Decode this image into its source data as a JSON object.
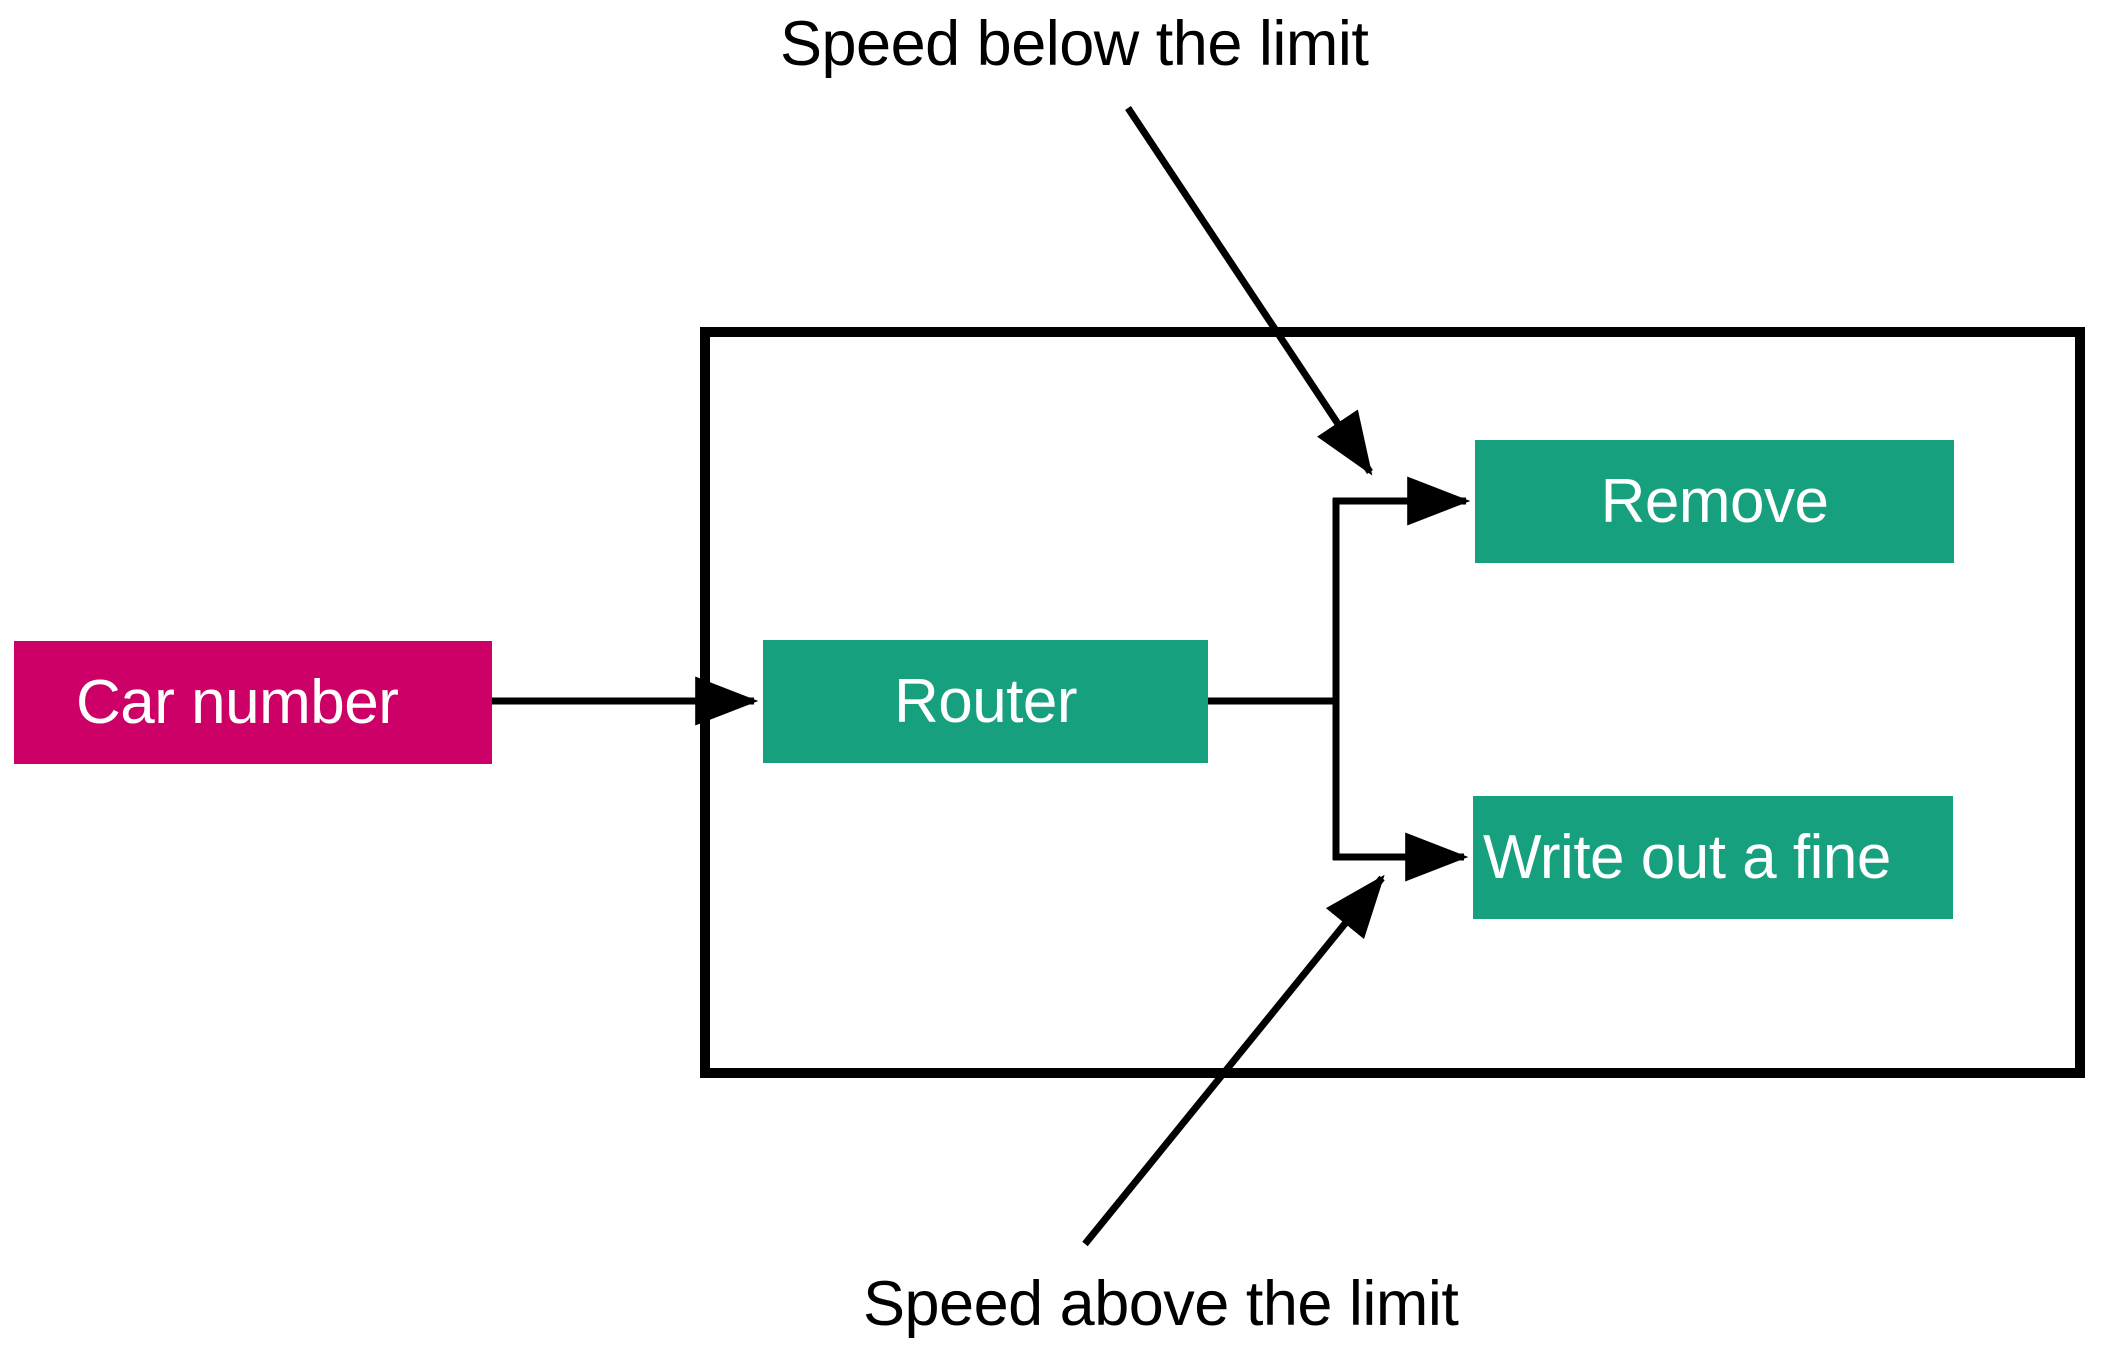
{
  "diagram": {
    "type": "flowchart",
    "title": "",
    "background_color": "#ffffff",
    "colors": {
      "source_node": "#CC0066",
      "process_node": "#17A07E",
      "node_text": "#ffffff",
      "edge": "#000000",
      "container_border": "#000000",
      "annotation_text": "#000000"
    },
    "nodes": [
      {
        "id": "car-number",
        "label": "Car number",
        "kind": "source",
        "color": "#CC0066",
        "inside_container": false
      },
      {
        "id": "router",
        "label": "Router",
        "kind": "process",
        "color": "#17A07E",
        "inside_container": true
      },
      {
        "id": "remove",
        "label": "Remove",
        "kind": "process",
        "color": "#17A07E",
        "inside_container": true
      },
      {
        "id": "write-out-a-fine",
        "label": "Write out a fine",
        "kind": "process",
        "color": "#17A07E",
        "inside_container": true
      }
    ],
    "edges": [
      {
        "from": "car-number",
        "to": "router",
        "label": ""
      },
      {
        "from": "router",
        "to": "remove",
        "label": ""
      },
      {
        "from": "router",
        "to": "write-out-a-fine",
        "label": ""
      }
    ],
    "annotations": [
      {
        "id": "speed-below",
        "text": "Speed below the limit",
        "points_to": "remove"
      },
      {
        "id": "speed-above",
        "text": "Speed above the limit",
        "points_to": "write-out-a-fine"
      }
    ],
    "container": {
      "id": "pipeline-container",
      "label": ""
    }
  }
}
